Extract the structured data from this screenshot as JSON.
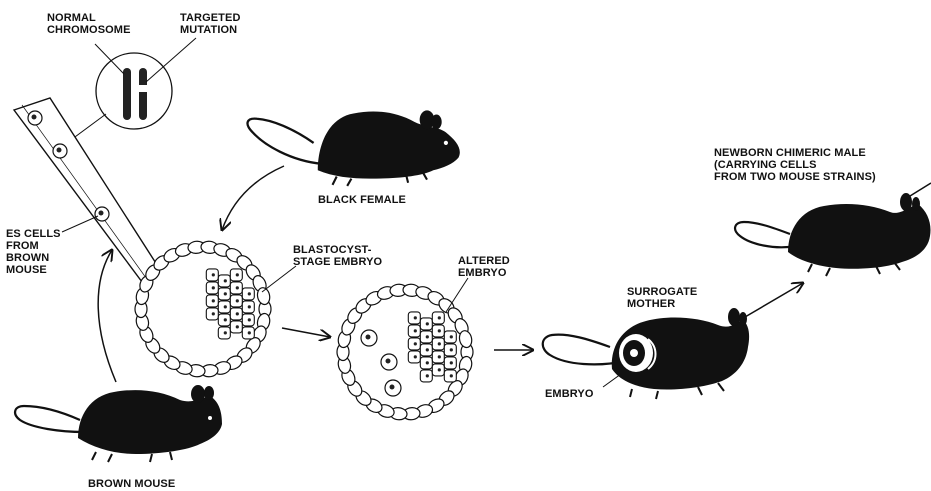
{
  "labels": {
    "normal_chromosome": "NORMAL\nCHROMOSOME",
    "targeted_mutation": "TARGETED\nMUTATION",
    "es_cells": "ES CELLS\nFROM\nBROWN\nMOUSE",
    "black_female": "BLACK FEMALE",
    "blastocyst": "BLASTOCYST-\nSTAGE EMBRYO",
    "altered_embryo": "ALTERED\nEMBRYO",
    "surrogate_mother": "SURROGATE\nMOTHER",
    "embryo": "EMBRYO",
    "newborn": "NEWBORN CHIMERIC MALE\n(CARRYING CELLS\nFROM TWO MOUSE STRAINS)",
    "brown_mouse": "BROWN MOUSE"
  },
  "colors": {
    "ink": "#111111",
    "background": "#ffffff"
  }
}
